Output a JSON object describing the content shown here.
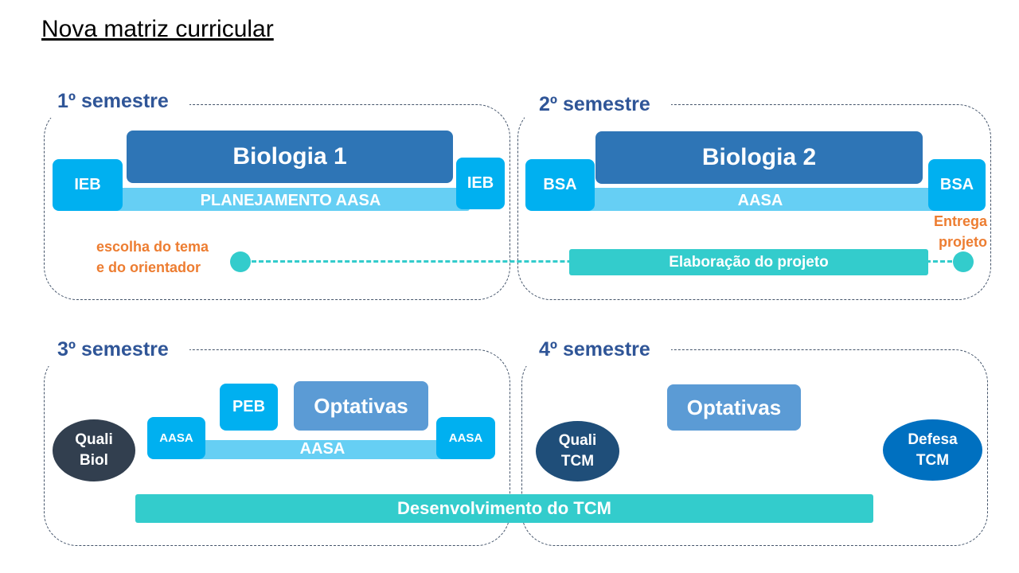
{
  "title": "Nova matriz curricular",
  "s1": {
    "label": "1º semestre",
    "main": "Biologia 1",
    "bar": "PLANEJAMENTO AASA",
    "left": "IEB",
    "right": "IEB",
    "milestone": [
      "escolha do tema",
      "e do orientador"
    ]
  },
  "s2": {
    "label": "2º semestre",
    "main": "Biologia 2",
    "bar": "AASA",
    "left": "BSA",
    "right": "BSA",
    "milestone": [
      "Entrega",
      "projeto"
    ],
    "task": "Elaboração do projeto"
  },
  "s3": {
    "label": "3º semestre",
    "quali": [
      "Quali",
      "Biol"
    ],
    "left": "AASA",
    "peb": "PEB",
    "opt": "Optativas",
    "bar": "AASA",
    "right": "AASA"
  },
  "s4": {
    "label": "4º semestre",
    "opt": "Optativas",
    "quali": [
      "Quali",
      "TCM"
    ],
    "defesa": [
      "Defesa",
      "TCM"
    ]
  },
  "shared": {
    "task": "Desenvolvimento do TCM"
  }
}
